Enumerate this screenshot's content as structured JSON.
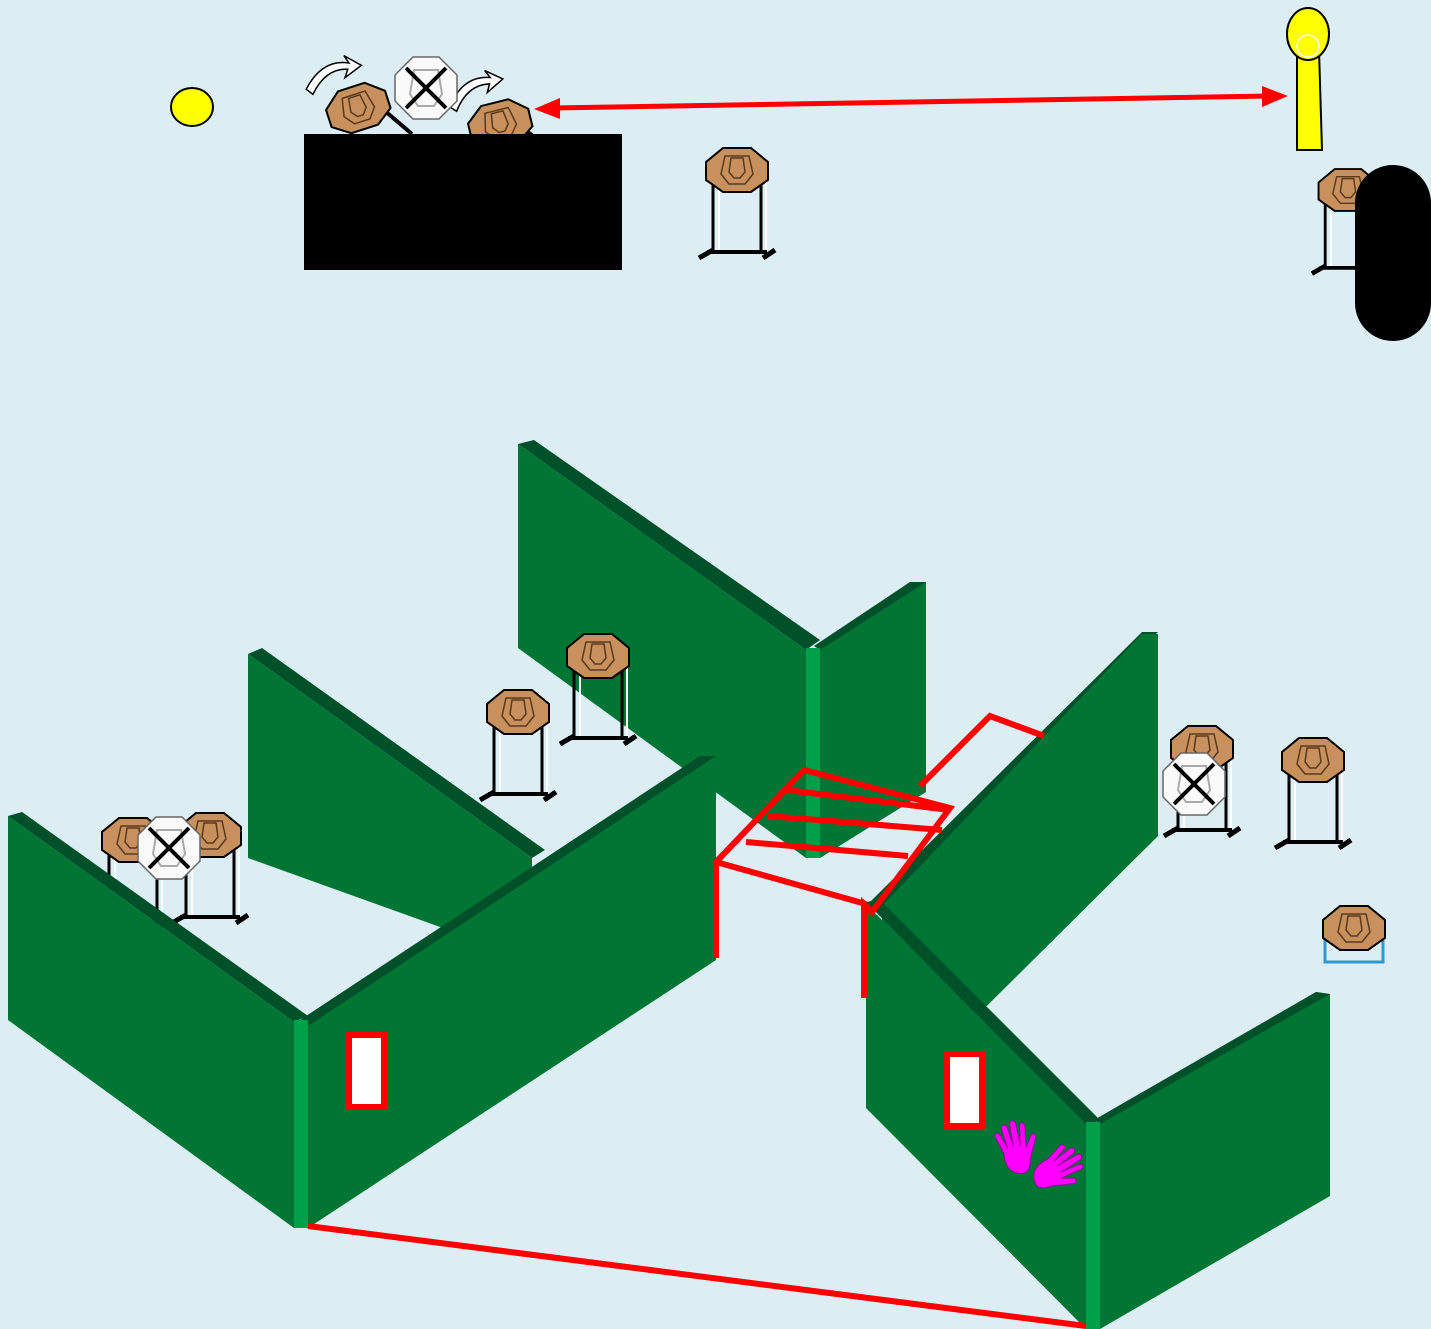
{
  "diagram": {
    "kind": "stage-layout",
    "colors": {
      "background": "#dcedf3",
      "wall_face": "#007534",
      "wall_top": "#00512a",
      "wall_edge": "#00a04a",
      "fault_line": "#ff0000",
      "target_fill": "#c8905c",
      "no_shoot_fill": "#ffffff",
      "popper": "#ffff00",
      "hands_marker": "#ff00ff",
      "barrier": "#000000"
    },
    "elements": [
      {
        "id": "start-marker",
        "icon": "yellow-dot-icon"
      },
      {
        "id": "swinging-targets",
        "icon": "swinger-icon",
        "count": 2
      },
      {
        "id": "no-shoot-top",
        "icon": "no-shoot-icon"
      },
      {
        "id": "popper",
        "icon": "popper-icon"
      },
      {
        "id": "activation-range",
        "icon": "double-arrow-icon"
      },
      {
        "id": "black-barrier",
        "icon": "barrier-icon"
      },
      {
        "id": "barrel-barrier",
        "icon": "barrel-icon"
      },
      {
        "id": "paper-targets",
        "icon": "target-on-stand-icon"
      },
      {
        "id": "walls",
        "icon": "wall-icon"
      },
      {
        "id": "windows",
        "icon": "port-icon",
        "count": 2
      },
      {
        "id": "start-position",
        "icon": "hands-icon"
      },
      {
        "id": "fault-lines",
        "icon": "fault-line-icon"
      }
    ]
  }
}
